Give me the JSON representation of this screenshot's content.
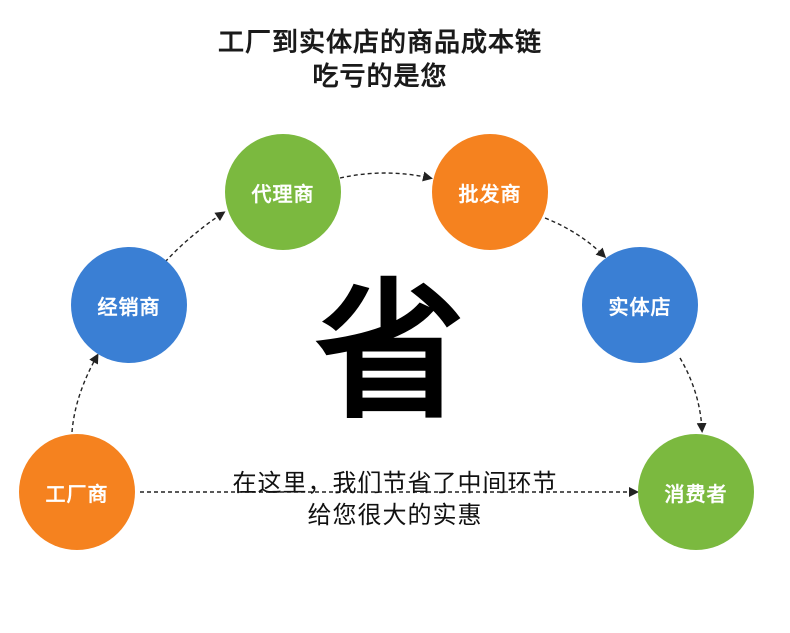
{
  "title": {
    "line1": "工厂到实体店的商品成本链",
    "line2": "吃亏的是您"
  },
  "nodes": [
    {
      "label": "工厂商",
      "color": "#f5821f"
    },
    {
      "label": "经销商",
      "color": "#3a7fd4"
    },
    {
      "label": "代理商",
      "color": "#7bb93f"
    },
    {
      "label": "批发商",
      "color": "#f5821f"
    },
    {
      "label": "实体店",
      "color": "#3a7fd4"
    },
    {
      "label": "消费者",
      "color": "#7bb93f"
    }
  ],
  "center": {
    "char": "省"
  },
  "caption": {
    "line1": "在这里，我们节省了中间环节",
    "line2": "给您很大的实惠"
  },
  "colors": {
    "arrow": "#222222"
  }
}
